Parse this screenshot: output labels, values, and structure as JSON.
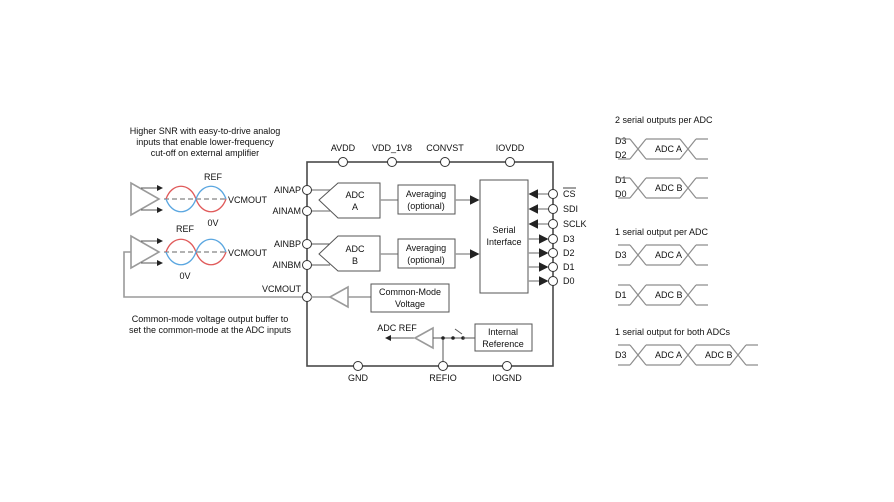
{
  "left_annotations": {
    "top_note": [
      "Higher SNR with easy-to-drive analog",
      "inputs that enable lower-frequency",
      "cut-off on external amplifier"
    ],
    "bottom_note": [
      "Common-mode voltage output buffer to",
      "set the common-mode at the ADC inputs"
    ],
    "channel_a": {
      "ref_label": "REF",
      "zero_label": "0V",
      "out_label": "VCMOUT"
    },
    "channel_b": {
      "ref_label": "REF",
      "zero_label": "0V",
      "out_label": "VCMOUT"
    }
  },
  "chip": {
    "top_pins": [
      "AVDD",
      "VDD_1V8",
      "CONVST",
      "IOVDD"
    ],
    "left_pins": [
      "AINAP",
      "AINAM",
      "AINBP",
      "AINBM",
      "VCMOUT"
    ],
    "right_pins": [
      "CS",
      "SDI",
      "SCLK",
      "D3",
      "D2",
      "D1",
      "D0"
    ],
    "bottom_pins": [
      "GND",
      "REFIO",
      "IOGND"
    ],
    "adc_a": [
      "ADC",
      "A"
    ],
    "adc_b": [
      "ADC",
      "B"
    ],
    "averaging_a": [
      "Averaging",
      "(optional)"
    ],
    "averaging_b": [
      "Averaging",
      "(optional)"
    ],
    "serial_interface": [
      "Serial",
      "Interface"
    ],
    "common_mode": [
      "Common-Mode",
      "Voltage"
    ],
    "internal_reference": [
      "Internal",
      "Reference"
    ],
    "adc_ref_label": "ADC REF"
  },
  "timing": {
    "section1": {
      "title": "2 serial outputs per ADC",
      "rows": [
        {
          "pins": [
            "D3",
            "D2"
          ],
          "cells": [
            "ADC A"
          ]
        },
        {
          "pins": [
            "D1",
            "D0"
          ],
          "cells": [
            "ADC B"
          ]
        }
      ]
    },
    "section2": {
      "title": "1 serial output per ADC",
      "rows": [
        {
          "pins": [
            "D3"
          ],
          "cells": [
            "ADC A"
          ]
        },
        {
          "pins": [
            "D1"
          ],
          "cells": [
            "ADC B"
          ]
        }
      ]
    },
    "section3": {
      "title": "1 serial output for both ADCs",
      "rows": [
        {
          "pins": [
            "D3"
          ],
          "cells": [
            "ADC A",
            "ADC B"
          ]
        }
      ]
    }
  },
  "colors": {
    "wave_red": "#e05a5a",
    "wave_blue": "#5aa6e0"
  }
}
